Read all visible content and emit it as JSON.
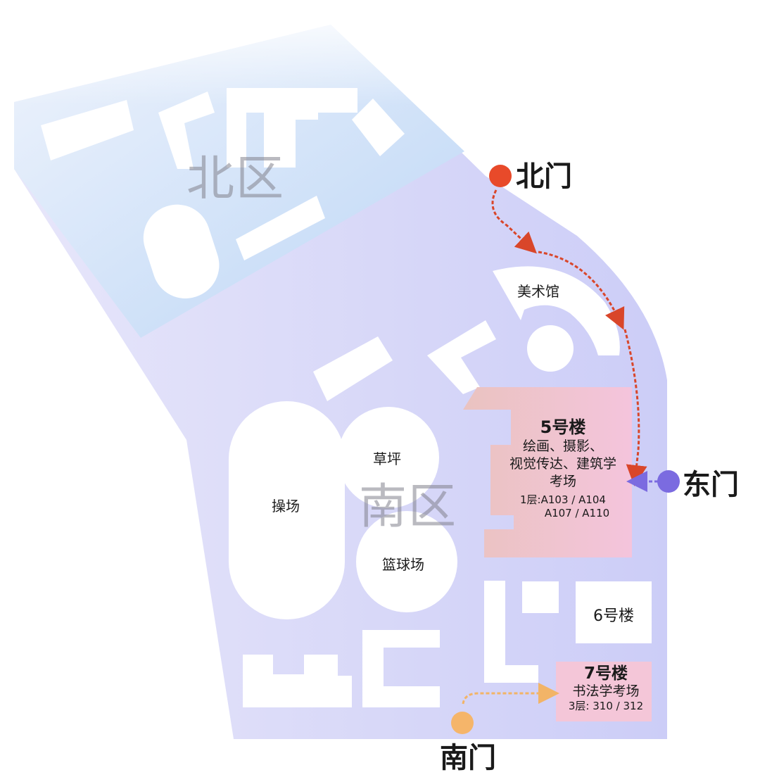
{
  "zones": {
    "north": "北区",
    "south": "南区"
  },
  "gates": {
    "north": {
      "label": "北门",
      "color": "#e84a2a"
    },
    "east": {
      "label": "东门",
      "color": "#7b6be0"
    },
    "south": {
      "label": "南门",
      "color": "#f5b56a"
    }
  },
  "places": {
    "art_museum": "美术馆",
    "lawn": "草坪",
    "playground": "操场",
    "basketball": "篮球场",
    "building6": "6号楼"
  },
  "building5": {
    "title": "5号楼",
    "subjects_line1": "绘画、摄影、",
    "subjects_line2": "视觉传达、建筑学",
    "subjects_line3": "考场",
    "rooms_line1": "1层:A103 / A104",
    "rooms_line2": "A107 / A110"
  },
  "building7": {
    "title": "7号楼",
    "subjects": "书法学考场",
    "rooms": "3层: 310 / 312"
  },
  "colors": {
    "north_zone": "#c8def8",
    "south_zone": "#d4d6f7",
    "exam_building": "#f4c6d8",
    "route_north": "#d9462a",
    "route_east": "#7b6be0",
    "route_south": "#f2b467"
  }
}
